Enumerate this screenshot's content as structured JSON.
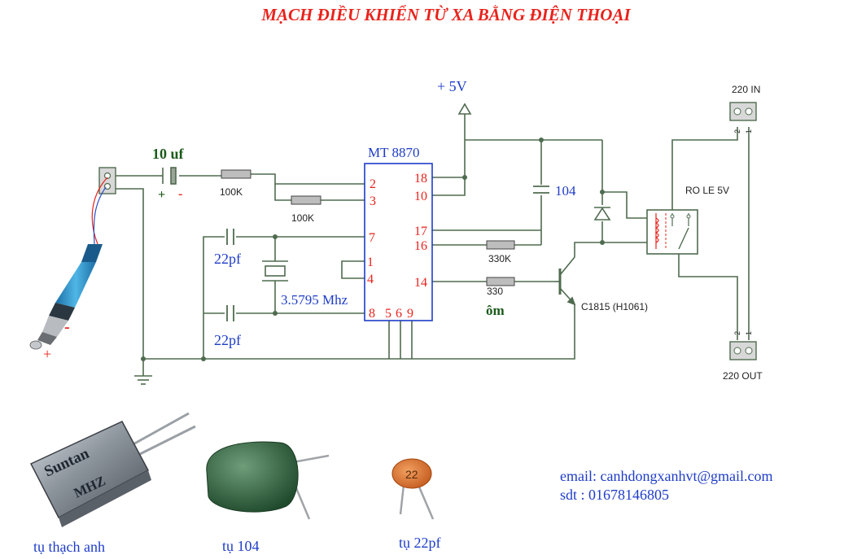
{
  "title": "MẠCH ĐIỀU KHIỂN TỪ XA BẰNG ĐIỆN THOẠI",
  "labels": {
    "vcc": "+ 5V",
    "ic_name": "MT 8870",
    "cap_10uf": "10 uf",
    "cap_plus": "+",
    "cap_minus": "-",
    "r1": "100K",
    "r2": "100K",
    "cap_22pf_top": "22pf",
    "cap_22pf_bottom": "22pf",
    "crystal": "3.5795 Mhz",
    "cap_104": "104",
    "r_330k": "330K",
    "r_330": "330",
    "r_330_unit": "ôm",
    "transistor": "C1815  (H1061)",
    "relay": "RO LE 5V",
    "in_220": "220 IN",
    "out_220": "220 OUT",
    "jack_minus": "-",
    "jack_plus": "+",
    "conn_pin1": "1",
    "conn_pin2": "2"
  },
  "ic_pins": {
    "left": [
      "2",
      "3",
      "7",
      "1",
      "4",
      "8",
      "5",
      "6",
      "9"
    ],
    "right": [
      "18",
      "10",
      "17",
      "16",
      "14"
    ]
  },
  "components": {
    "crystal": "tụ thạch anh",
    "cap104": "tụ 104",
    "cap22": "tụ 22pf",
    "crystal_marking1": "Suntan",
    "crystal_marking2": "MHZ",
    "cap22_marking": "22"
  },
  "contact": {
    "email": "email: canhdongxanhvt@gmail.com",
    "phone": "sdt : 01678146805"
  },
  "colors": {
    "wire": "#4f6b4f",
    "title": "#e8231c",
    "pin": "#e8231c",
    "blue_label": "#1e3cc8",
    "green_label": "#1a5a1a",
    "ic_border": "#1e3cc8"
  }
}
